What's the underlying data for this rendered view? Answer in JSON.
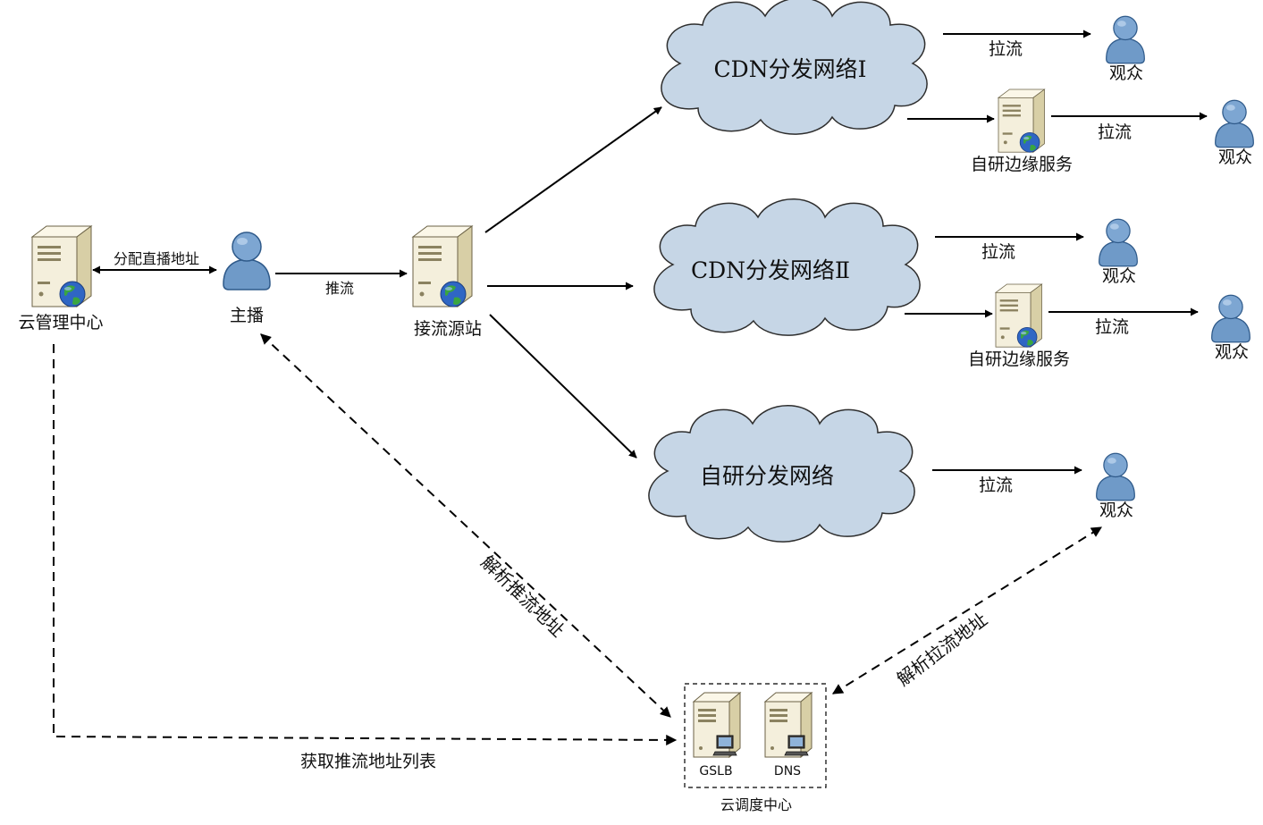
{
  "colors": {
    "cloud_fill": "#c6d6e6",
    "cloud_stroke": "#2e2e2e",
    "person_fill": "#6f9ac8",
    "person_dark": "#3b6a9c",
    "server_body": "#f4efdc",
    "server_side": "#d8cfa6",
    "globe_blue": "#2f66c4",
    "globe_green": "#3aa640",
    "line": "#000000"
  },
  "nodes": {
    "cloud_mgmt": {
      "label": "云管理中心",
      "icon": "server-globe-icon"
    },
    "anchor": {
      "label": "主播",
      "icon": "person-icon"
    },
    "origin": {
      "label": "接流源站",
      "icon": "server-globe-icon"
    },
    "cdn1": {
      "label": "CDN分发网络I",
      "icon": "cloud-icon"
    },
    "cdn2": {
      "label": "CDN分发网络Ⅱ",
      "icon": "cloud-icon"
    },
    "self_net": {
      "label": "自研分发网络",
      "icon": "cloud-icon"
    },
    "edge1": {
      "label": "自研边缘服务",
      "icon": "server-globe-icon"
    },
    "edge2": {
      "label": "自研边缘服务",
      "icon": "server-globe-icon"
    },
    "viewer1": {
      "label": "观众",
      "icon": "person-icon"
    },
    "viewer2": {
      "label": "观众",
      "icon": "person-icon"
    },
    "viewer3": {
      "label": "观众",
      "icon": "person-icon"
    },
    "viewer4": {
      "label": "观众",
      "icon": "person-icon"
    },
    "viewer5": {
      "label": "观众",
      "icon": "person-icon"
    },
    "gslb": {
      "label": "GSLB",
      "icon": "server-computer-icon"
    },
    "dns": {
      "label": "DNS",
      "icon": "server-computer-icon"
    },
    "scheduler": {
      "label": "云调度中心"
    }
  },
  "edges": {
    "assign_addr": "分配直播地址",
    "push": "推流",
    "pull_1": "拉流",
    "pull_2": "拉流",
    "pull_3": "拉流",
    "pull_4": "拉流",
    "pull_5": "拉流",
    "resolve_push": "解析推流地址",
    "resolve_pull": "解析拉流地址",
    "get_push_list": "获取推流地址列表"
  }
}
